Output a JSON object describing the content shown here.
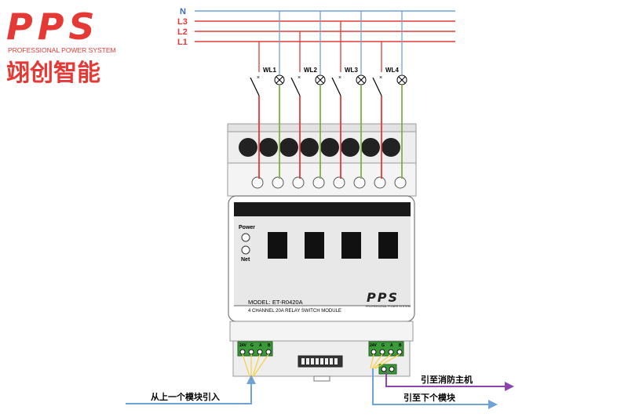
{
  "logo": {
    "brand": "PPS",
    "tagline": "PROFESSIONAL POWER SYSTEM",
    "cn_name": "翊创智能",
    "brand_color": "#e53935"
  },
  "bus": {
    "lines": [
      {
        "label": "N",
        "color": "#6fa3d6"
      },
      {
        "label": "L3",
        "color": "#e53935"
      },
      {
        "label": "L2",
        "color": "#e53935"
      },
      {
        "label": "L1",
        "color": "#e53935"
      }
    ]
  },
  "loads": [
    "WL1",
    "WL2",
    "WL3",
    "WL4"
  ],
  "module": {
    "power_label": "Power",
    "net_label": "Net",
    "model": "MODEL: ET-R0420A",
    "description": "4 CHANNEL 20A RELAY SWITCH MODULE",
    "badge_brand": "PPS",
    "badge_tagline": "PROFESSIONAL POWER SYSTEM",
    "terminal_labels": [
      "24V",
      "G",
      "A",
      "B"
    ]
  },
  "notes": {
    "from_prev": "从上一个模块引入",
    "to_fire": "引至消防主机",
    "to_next": "引至下个模块"
  },
  "colors": {
    "live": "#e53935",
    "neutral": "#6fa3d6",
    "load": "#7cb342",
    "signal": "#f4d03f",
    "fire_arrow": "#8e44ad",
    "terminal_green": "#3a9a3a"
  }
}
